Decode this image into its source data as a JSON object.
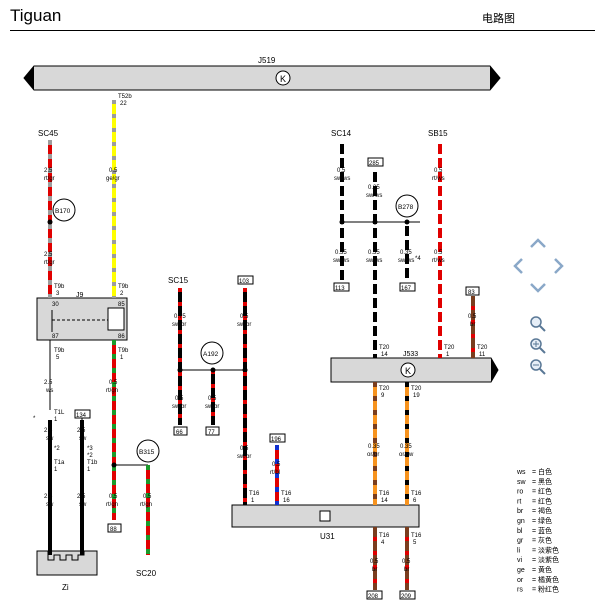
{
  "header": {
    "title": "Tiguan",
    "subtitle": "电路图"
  },
  "components": {
    "j519": "J519",
    "j9": "J9",
    "j533": "J533",
    "u31": "U31",
    "zi": "Zi",
    "sc45": "SC45",
    "sc14": "SC14",
    "sb15": "SB15",
    "sc15": "SC15",
    "sc20": "SC20",
    "b170": "B170",
    "b278": "B278",
    "b315": "B315",
    "a192": "A192"
  },
  "connectors": {
    "t52b": "T52b",
    "t52b_pin": "22",
    "t9b_a": "T9b",
    "t9b_a_pin": "3",
    "t9b_b": "T9b",
    "t9b_b_pin": "2",
    "t9b_c": "T9b",
    "t9b_c_pin": "5",
    "t9b_d": "T9b",
    "t9b_d_pin": "1",
    "j9_p30": "30",
    "j9_p85": "85",
    "j9_p87": "87",
    "j9_p86": "86",
    "t1l": "T1L",
    "t1l_pin": "1",
    "t1a": "T1a",
    "t1a_pin": "1",
    "t1b": "T1b",
    "t1b_pin": "1",
    "t20_14": "T20",
    "t20_14_pin": "14",
    "t20_1": "T20",
    "t20_1_pin": "1",
    "t20_11": "T20",
    "t20_11_pin": "11",
    "t20_9": "T20",
    "t20_9_pin": "9",
    "t20_19": "T20",
    "t20_19_pin": "19",
    "t16_1": "T16",
    "t16_1_pin": "1",
    "t16_16": "T16",
    "t16_16_pin": "16",
    "t16_14": "T16",
    "t16_14_pin": "14",
    "t16_6": "T16",
    "t16_6_pin": "6",
    "t16_4": "T16",
    "t16_4_pin": "4",
    "t16_5": "T16",
    "t16_5_pin": "5",
    "mark_star4": "*4",
    "mark_star": "*",
    "mark_star2": "*2",
    "mark_star3": "*3",
    "mark_star2b": "*2"
  },
  "wires": {
    "w_sc45_a": {
      "gauge": "2.5",
      "color": "rt/gr"
    },
    "w_sc45_b": {
      "gauge": "2.5",
      "color": "rt/gr"
    },
    "w_yel": {
      "gauge": "0.5",
      "color": "ge/gr"
    },
    "w_j9_out": {
      "gauge": "2.5",
      "color": "ws"
    },
    "w_rtgn": {
      "gauge": "0.5",
      "color": "rt/gn"
    },
    "w_sw1": {
      "gauge": "2.5",
      "color": "sw"
    },
    "w_sw2": {
      "gauge": "2.5",
      "color": "sw"
    },
    "w_sw3": {
      "gauge": "2.5",
      "color": "sw"
    },
    "w_sw4": {
      "gauge": "2.5",
      "color": "sw"
    },
    "w_b315a": {
      "gauge": "0.5",
      "color": "rt/gn"
    },
    "w_b315b": {
      "gauge": "0.5",
      "color": "rt/gn"
    },
    "w_sc15": {
      "gauge": "0.75",
      "color": "sw/br"
    },
    "w_103": {
      "gauge": "0.5",
      "color": "sw/br"
    },
    "w_a192a": {
      "gauge": "0.5",
      "color": "sw/br"
    },
    "w_a192b": {
      "gauge": "0.5",
      "color": "sw/br"
    },
    "w_t16_1": {
      "gauge": "0.5",
      "color": "sw/br"
    },
    "w_196": {
      "gauge": "0.5",
      "color": "rt/bl"
    },
    "w_sc14": {
      "gauge": "0.5",
      "color": "sw/ws"
    },
    "w_285": {
      "gauge": "0.35",
      "color": "sw/ws"
    },
    "w_sb15": {
      "gauge": "0.5",
      "color": "rt/ws"
    },
    "w_113": {
      "gauge": "0.35",
      "color": "sw/ws"
    },
    "w_mid": {
      "gauge": "0.35",
      "color": "sw/ws"
    },
    "w_167": {
      "gauge": "0.35",
      "color": "sw/ws"
    },
    "w_83": {
      "gauge": "0.5",
      "color": "br"
    },
    "w_or_br": {
      "gauge": "0.35",
      "color": "or/br"
    },
    "w_or_sw": {
      "gauge": "0.35",
      "color": "or/sw"
    },
    "w_bottom1": {
      "gauge": "0.5",
      "color": "br"
    },
    "w_bottom2": {
      "gauge": "0.5",
      "color": "br"
    }
  },
  "refs": {
    "r66": "66",
    "r77": "77",
    "r88": "88",
    "r103": "103",
    "r113": "113",
    "r167": "167",
    "r196": "196",
    "r208": "208",
    "r209": "209",
    "r285": "285",
    "r83": "83",
    "r134": "134"
  },
  "legend": [
    {
      "code": "ws",
      "text": "= 白色"
    },
    {
      "code": "sw",
      "text": "= 黑色"
    },
    {
      "code": "ro",
      "text": "= 红色"
    },
    {
      "code": "rt",
      "text": "= 红色"
    },
    {
      "code": "br",
      "text": "= 褐色"
    },
    {
      "code": "gn",
      "text": "= 绿色"
    },
    {
      "code": "bl",
      "text": "= 蓝色"
    },
    {
      "code": "gr",
      "text": "= 灰色"
    },
    {
      "code": "li",
      "text": "= 淡紫色"
    },
    {
      "code": "vi",
      "text": "= 淡紫色"
    },
    {
      "code": "ge",
      "text": "= 黄色"
    },
    {
      "code": "or",
      "text": "= 橘黄色"
    },
    {
      "code": "rs",
      "text": "= 粉红色"
    }
  ],
  "colors": {
    "red": "#e00000",
    "green": "#1a9a2a",
    "yellow": "#ffff00",
    "grey": "#9c9c9c",
    "black": "#000000",
    "orange": "#f7931e",
    "brown": "#7a3d1e",
    "blue": "#1030d0",
    "module_fill": "#d8d8d8"
  },
  "nav_icons": [
    "chevron-up-icon",
    "chevron-left-icon",
    "chevron-right-icon",
    "chevron-down-icon",
    "zoom-icon",
    "zoom-in-icon",
    "zoom-out-icon"
  ]
}
